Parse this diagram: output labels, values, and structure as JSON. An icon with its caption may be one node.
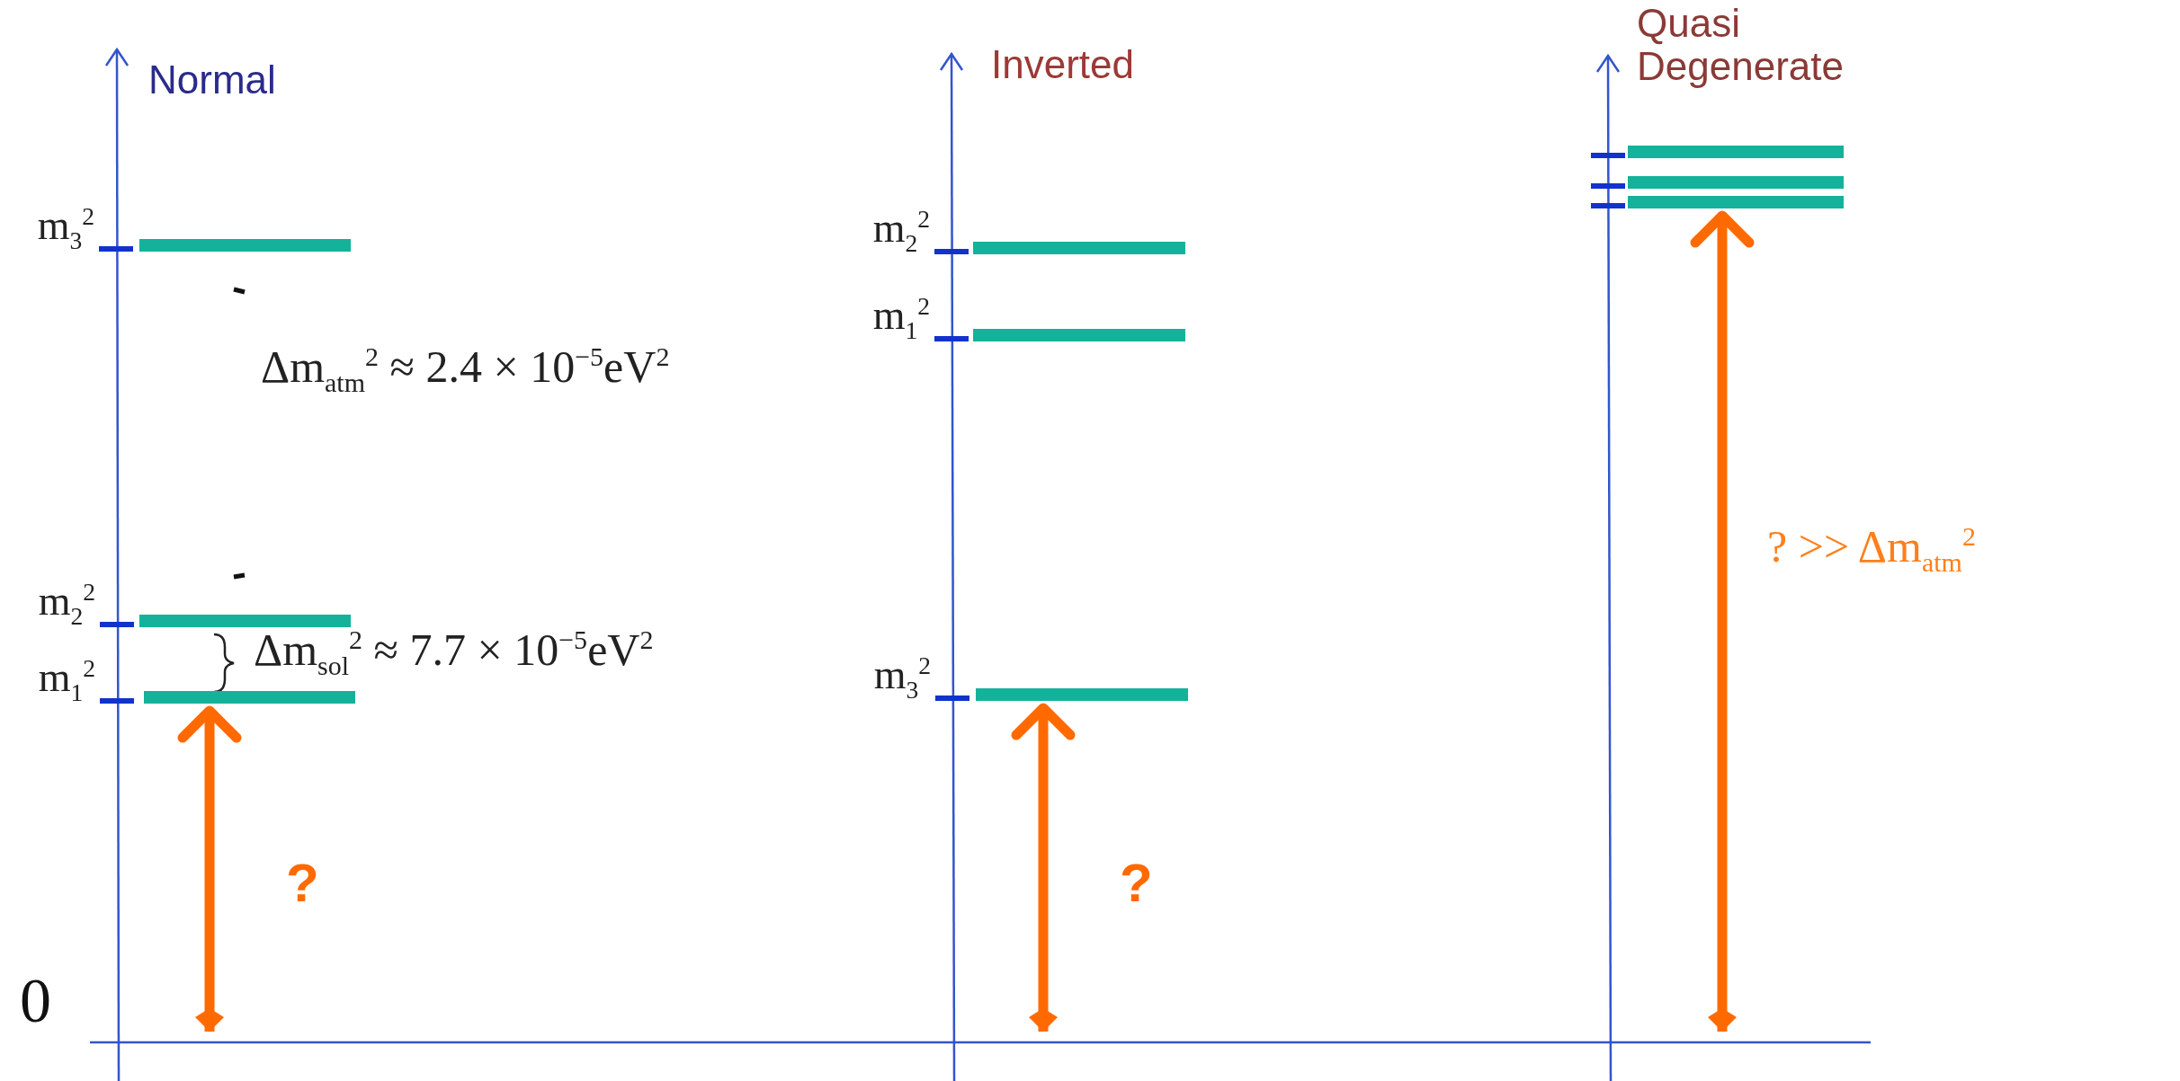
{
  "diagram": {
    "nodes": [
      {
        "text": [],
        "shape": "bar",
        "beside": [
          "m$_{3}$$^{2}$"
        ]
      },
      {
        "text": [],
        "shape": "bar",
        "beside": [
          "m$_{2}$$^{2}$"
        ]
      },
      {
        "text": [],
        "shape": "bar",
        "beside": [
          "m$_{1}$$^{2}$"
        ]
      },
      {
        "text": [],
        "shape": "bar",
        "beside": [
          "m$_{2}$$^{2}$"
        ]
      },
      {
        "text": [],
        "shape": "bar",
        "beside": [
          "m$_{1}$$^{2}$"
        ]
      },
      {
        "text": [],
        "shape": "bar",
        "beside": [
          "m$_{3}$$^{2}$"
        ]
      },
      {
        "text": [],
        "shape": "bar"
      },
      {
        "text": [],
        "shape": "bar"
      },
      {
        "text": [],
        "shape": "bar"
      }
    ],
    "edges": [
      {
        "from": null,
        "to": 2,
        "arrow": "both"
      },
      {
        "from": null,
        "to": 5,
        "arrow": "both"
      },
      {
        "from": null,
        "to": 8,
        "arrow": "both"
      }
    ],
    "labels": [
      "Normal",
      "Inverted",
      "Quasi Degenerate",
      "Δm$_{atm}$$^{2}$ ≈ 2.4 × 10$^{−5}$eV$^{2}$",
      "? >> Δm$_{atm}$$^{2}$",
      "Δm$_{sol}$$^{2}$ ≈ 7.7 × 10$^{−5}$eV$^{2}$",
      "?",
      "?",
      "0"
    ]
  }
}
